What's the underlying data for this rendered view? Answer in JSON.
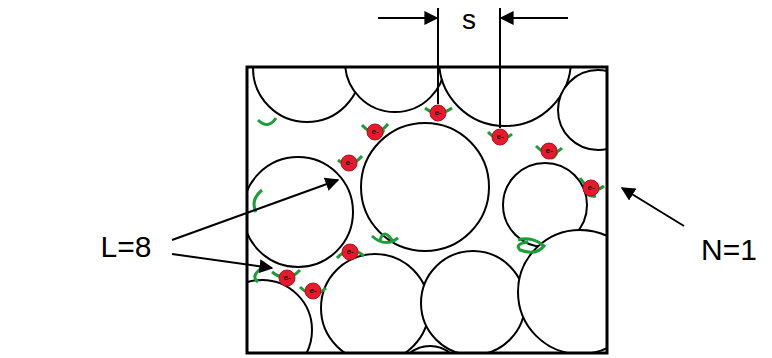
{
  "diagram": {
    "labels": [
      "s",
      "L=8",
      "N=1",
      "e-",
      "e-",
      "e-",
      "e-",
      "e-",
      "e-",
      "e-",
      "e-",
      "e-"
    ]
  }
}
